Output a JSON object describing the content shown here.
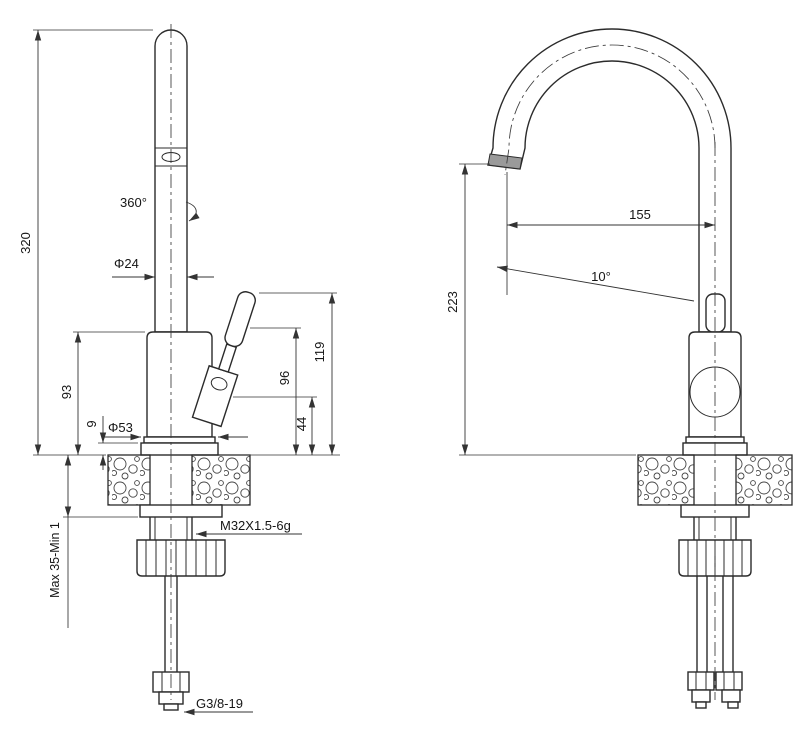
{
  "front": {
    "total_height": "320",
    "swivel_angle": "360°",
    "spout_diameter": "Φ24",
    "body_height": "93",
    "base_step_height": "9",
    "base_diameter": "Φ53",
    "handle_hub_height": "96",
    "handle_top_height": "119",
    "cartridge_height": "44",
    "mounting_thickness": "Max 35-Min 1",
    "shank_thread": "M32X1.5-6g",
    "hose_thread": "G3/8-19"
  },
  "side": {
    "spout_reach": "155",
    "outlet_angle": "10°",
    "outlet_height": "223"
  }
}
